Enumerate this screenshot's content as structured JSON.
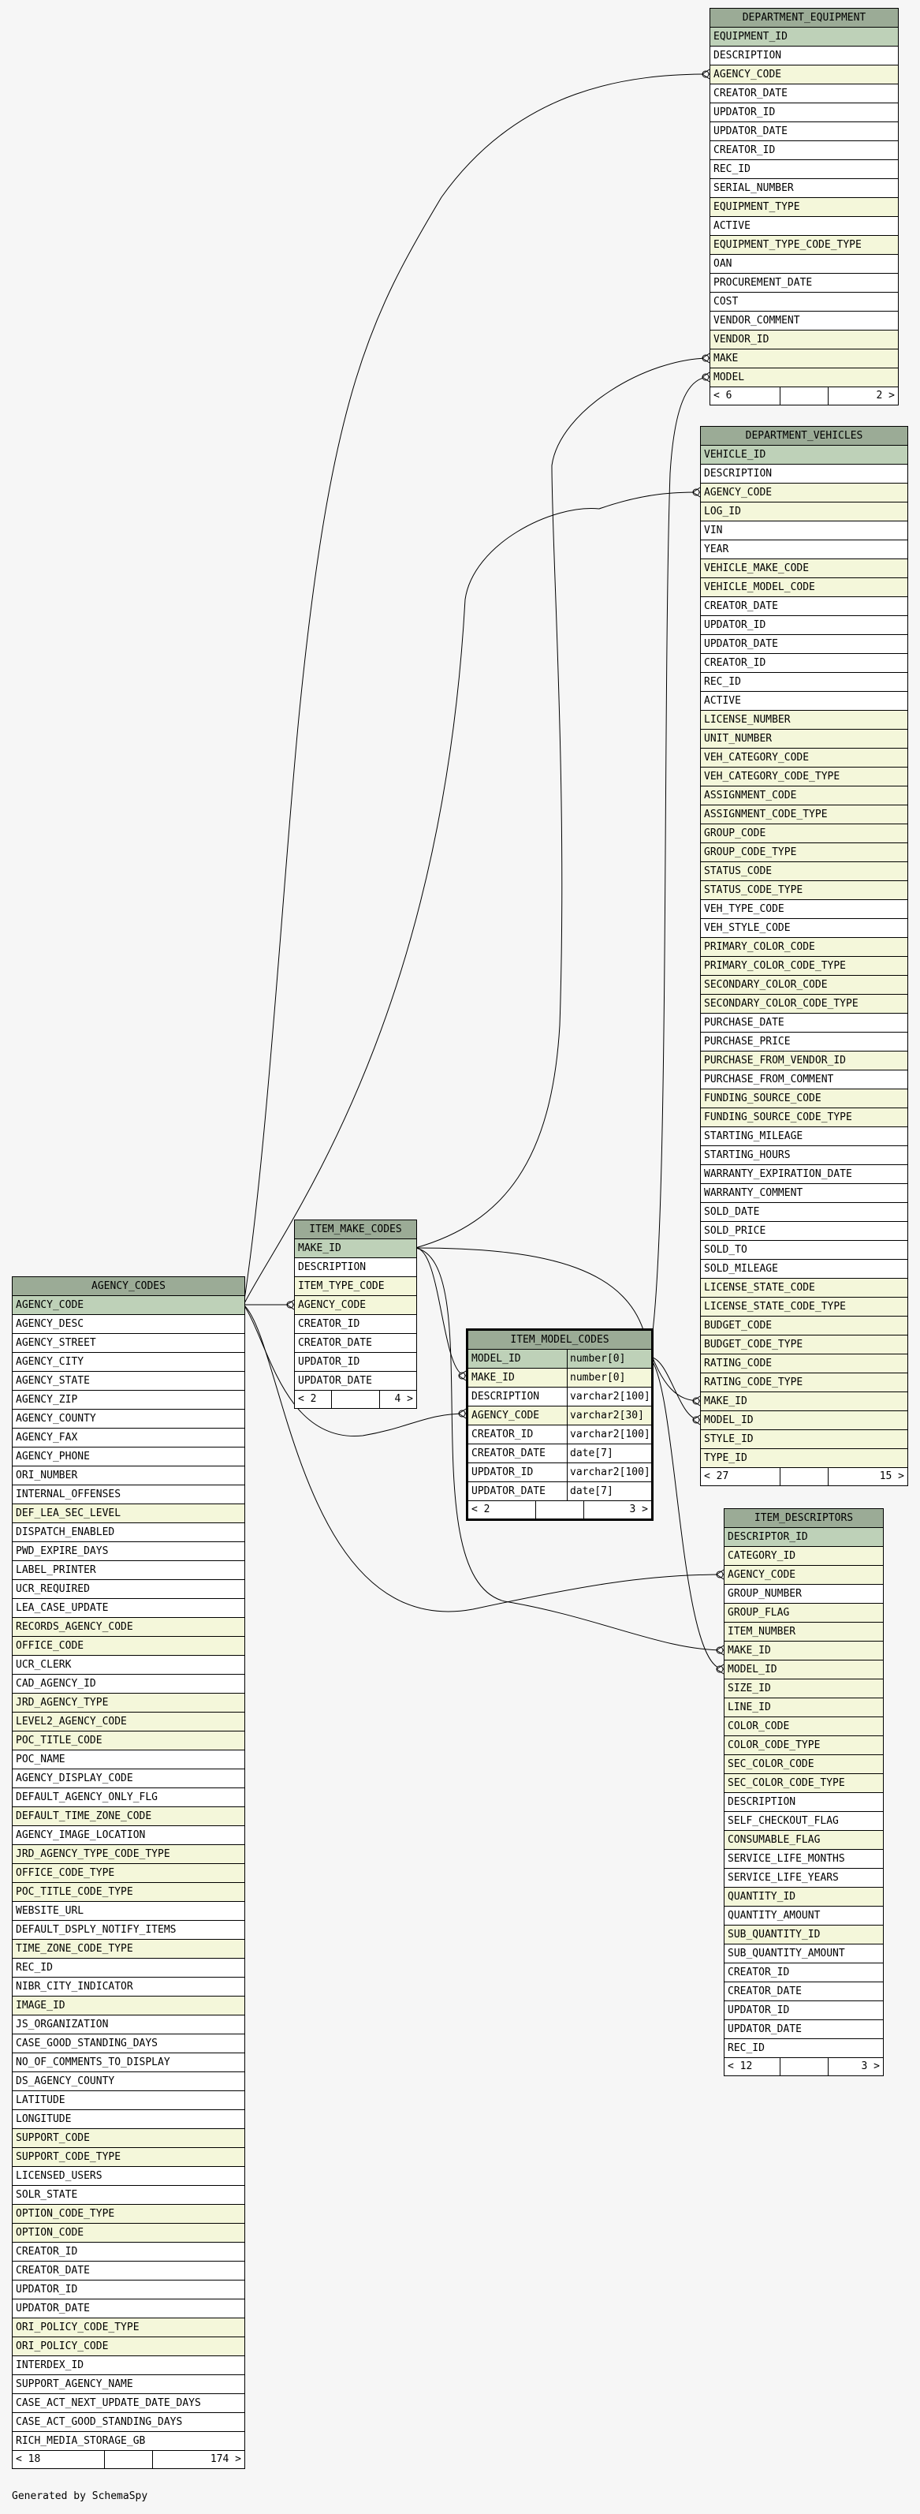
{
  "generated_by": "Generated by SchemaSpy",
  "tables": [
    {
      "name": "DEPARTMENT_EQUIPMENT",
      "columns": [
        {
          "name": "EQUIPMENT_ID",
          "kind": "pk"
        },
        {
          "name": "DESCRIPTION",
          "kind": ""
        },
        {
          "name": "AGENCY_CODE",
          "kind": "fk"
        },
        {
          "name": "CREATOR_DATE",
          "kind": ""
        },
        {
          "name": "UPDATOR_ID",
          "kind": ""
        },
        {
          "name": "UPDATOR_DATE",
          "kind": ""
        },
        {
          "name": "CREATOR_ID",
          "kind": ""
        },
        {
          "name": "REC_ID",
          "kind": ""
        },
        {
          "name": "SERIAL_NUMBER",
          "kind": ""
        },
        {
          "name": "EQUIPMENT_TYPE",
          "kind": "fk"
        },
        {
          "name": "ACTIVE",
          "kind": ""
        },
        {
          "name": "EQUIPMENT_TYPE_CODE_TYPE",
          "kind": "fk"
        },
        {
          "name": "OAN",
          "kind": ""
        },
        {
          "name": "PROCUREMENT_DATE",
          "kind": ""
        },
        {
          "name": "COST",
          "kind": ""
        },
        {
          "name": "VENDOR_COMMENT",
          "kind": ""
        },
        {
          "name": "VENDOR_ID",
          "kind": "fk"
        },
        {
          "name": "MAKE",
          "kind": "fk"
        },
        {
          "name": "MODEL",
          "kind": "fk"
        }
      ],
      "footer_left": "< 6",
      "footer_right": "2 >"
    },
    {
      "name": "DEPARTMENT_VEHICLES",
      "columns": [
        {
          "name": "VEHICLE_ID",
          "kind": "pk"
        },
        {
          "name": "DESCRIPTION",
          "kind": ""
        },
        {
          "name": "AGENCY_CODE",
          "kind": "fk"
        },
        {
          "name": "LOG_ID",
          "kind": "fk"
        },
        {
          "name": "VIN",
          "kind": ""
        },
        {
          "name": "YEAR",
          "kind": ""
        },
        {
          "name": "VEHICLE_MAKE_CODE",
          "kind": "fk"
        },
        {
          "name": "VEHICLE_MODEL_CODE",
          "kind": "fk"
        },
        {
          "name": "CREATOR_DATE",
          "kind": ""
        },
        {
          "name": "UPDATOR_ID",
          "kind": ""
        },
        {
          "name": "UPDATOR_DATE",
          "kind": ""
        },
        {
          "name": "CREATOR_ID",
          "kind": ""
        },
        {
          "name": "REC_ID",
          "kind": ""
        },
        {
          "name": "ACTIVE",
          "kind": ""
        },
        {
          "name": "LICENSE_NUMBER",
          "kind": "fk"
        },
        {
          "name": "UNIT_NUMBER",
          "kind": "fk"
        },
        {
          "name": "VEH_CATEGORY_CODE",
          "kind": "fk"
        },
        {
          "name": "VEH_CATEGORY_CODE_TYPE",
          "kind": "fk"
        },
        {
          "name": "ASSIGNMENT_CODE",
          "kind": "fk"
        },
        {
          "name": "ASSIGNMENT_CODE_TYPE",
          "kind": "fk"
        },
        {
          "name": "GROUP_CODE",
          "kind": "fk"
        },
        {
          "name": "GROUP_CODE_TYPE",
          "kind": "fk"
        },
        {
          "name": "STATUS_CODE",
          "kind": "fk"
        },
        {
          "name": "STATUS_CODE_TYPE",
          "kind": "fk"
        },
        {
          "name": "VEH_TYPE_CODE",
          "kind": ""
        },
        {
          "name": "VEH_STYLE_CODE",
          "kind": ""
        },
        {
          "name": "PRIMARY_COLOR_CODE",
          "kind": "fk"
        },
        {
          "name": "PRIMARY_COLOR_CODE_TYPE",
          "kind": "fk"
        },
        {
          "name": "SECONDARY_COLOR_CODE",
          "kind": "fk"
        },
        {
          "name": "SECONDARY_COLOR_CODE_TYPE",
          "kind": "fk"
        },
        {
          "name": "PURCHASE_DATE",
          "kind": ""
        },
        {
          "name": "PURCHASE_PRICE",
          "kind": ""
        },
        {
          "name": "PURCHASE_FROM_VENDOR_ID",
          "kind": "fk"
        },
        {
          "name": "PURCHASE_FROM_COMMENT",
          "kind": ""
        },
        {
          "name": "FUNDING_SOURCE_CODE",
          "kind": "fk"
        },
        {
          "name": "FUNDING_SOURCE_CODE_TYPE",
          "kind": "fk"
        },
        {
          "name": "STARTING_MILEAGE",
          "kind": ""
        },
        {
          "name": "STARTING_HOURS",
          "kind": ""
        },
        {
          "name": "WARRANTY_EXPIRATION_DATE",
          "kind": ""
        },
        {
          "name": "WARRANTY_COMMENT",
          "kind": ""
        },
        {
          "name": "SOLD_DATE",
          "kind": ""
        },
        {
          "name": "SOLD_PRICE",
          "kind": ""
        },
        {
          "name": "SOLD_TO",
          "kind": ""
        },
        {
          "name": "SOLD_MILEAGE",
          "kind": ""
        },
        {
          "name": "LICENSE_STATE_CODE",
          "kind": "fk"
        },
        {
          "name": "LICENSE_STATE_CODE_TYPE",
          "kind": "fk"
        },
        {
          "name": "BUDGET_CODE",
          "kind": "fk"
        },
        {
          "name": "BUDGET_CODE_TYPE",
          "kind": "fk"
        },
        {
          "name": "RATING_CODE",
          "kind": "fk"
        },
        {
          "name": "RATING_CODE_TYPE",
          "kind": "fk"
        },
        {
          "name": "MAKE_ID",
          "kind": "fk"
        },
        {
          "name": "MODEL_ID",
          "kind": "fk"
        },
        {
          "name": "STYLE_ID",
          "kind": "fk"
        },
        {
          "name": "TYPE_ID",
          "kind": "fk"
        }
      ],
      "footer_left": "< 27",
      "footer_right": "15 >"
    },
    {
      "name": "ITEM_MAKE_CODES",
      "columns": [
        {
          "name": "MAKE_ID",
          "kind": "pk"
        },
        {
          "name": "DESCRIPTION",
          "kind": ""
        },
        {
          "name": "ITEM_TYPE_CODE",
          "kind": "fk"
        },
        {
          "name": "AGENCY_CODE",
          "kind": "fk"
        },
        {
          "name": "CREATOR_ID",
          "kind": ""
        },
        {
          "name": "CREATOR_DATE",
          "kind": ""
        },
        {
          "name": "UPDATOR_ID",
          "kind": ""
        },
        {
          "name": "UPDATOR_DATE",
          "kind": ""
        }
      ],
      "footer_left": "< 2",
      "footer_right": "4 >"
    },
    {
      "name": "ITEM_MODEL_CODES",
      "columns": [
        {
          "name": "MODEL_ID",
          "type": "number[0]",
          "kind": "pk"
        },
        {
          "name": "MAKE_ID",
          "type": "number[0]",
          "kind": "fk"
        },
        {
          "name": "DESCRIPTION",
          "type": "varchar2[100]",
          "kind": ""
        },
        {
          "name": "AGENCY_CODE",
          "type": "varchar2[30]",
          "kind": "fk"
        },
        {
          "name": "CREATOR_ID",
          "type": "varchar2[100]",
          "kind": ""
        },
        {
          "name": "CREATOR_DATE",
          "type": "date[7]",
          "kind": ""
        },
        {
          "name": "UPDATOR_ID",
          "type": "varchar2[100]",
          "kind": ""
        },
        {
          "name": "UPDATOR_DATE",
          "type": "date[7]",
          "kind": ""
        }
      ],
      "footer_left": "< 2",
      "footer_right": "3 >"
    },
    {
      "name": "ITEM_DESCRIPTORS",
      "columns": [
        {
          "name": "DESCRIPTOR_ID",
          "kind": "pk"
        },
        {
          "name": "CATEGORY_ID",
          "kind": "fk"
        },
        {
          "name": "AGENCY_CODE",
          "kind": "fk"
        },
        {
          "name": "GROUP_NUMBER",
          "kind": ""
        },
        {
          "name": "GROUP_FLAG",
          "kind": "fk"
        },
        {
          "name": "ITEM_NUMBER",
          "kind": "fk"
        },
        {
          "name": "MAKE_ID",
          "kind": "fk"
        },
        {
          "name": "MODEL_ID",
          "kind": "fk"
        },
        {
          "name": "SIZE_ID",
          "kind": "fk"
        },
        {
          "name": "LINE_ID",
          "kind": "fk"
        },
        {
          "name": "COLOR_CODE",
          "kind": "fk"
        },
        {
          "name": "COLOR_CODE_TYPE",
          "kind": "fk"
        },
        {
          "name": "SEC_COLOR_CODE",
          "kind": "fk"
        },
        {
          "name": "SEC_COLOR_CODE_TYPE",
          "kind": "fk"
        },
        {
          "name": "DESCRIPTION",
          "kind": ""
        },
        {
          "name": "SELF_CHECKOUT_FLAG",
          "kind": ""
        },
        {
          "name": "CONSUMABLE_FLAG",
          "kind": "fk"
        },
        {
          "name": "SERVICE_LIFE_MONTHS",
          "kind": ""
        },
        {
          "name": "SERVICE_LIFE_YEARS",
          "kind": ""
        },
        {
          "name": "QUANTITY_ID",
          "kind": "fk"
        },
        {
          "name": "QUANTITY_AMOUNT",
          "kind": ""
        },
        {
          "name": "SUB_QUANTITY_ID",
          "kind": "fk"
        },
        {
          "name": "SUB_QUANTITY_AMOUNT",
          "kind": ""
        },
        {
          "name": "CREATOR_ID",
          "kind": ""
        },
        {
          "name": "CREATOR_DATE",
          "kind": ""
        },
        {
          "name": "UPDATOR_ID",
          "kind": ""
        },
        {
          "name": "UPDATOR_DATE",
          "kind": ""
        },
        {
          "name": "REC_ID",
          "kind": ""
        }
      ],
      "footer_left": "< 12",
      "footer_right": "3 >"
    },
    {
      "name": "AGENCY_CODES",
      "columns": [
        {
          "name": "AGENCY_CODE",
          "kind": "pk"
        },
        {
          "name": "AGENCY_DESC",
          "kind": ""
        },
        {
          "name": "AGENCY_STREET",
          "kind": ""
        },
        {
          "name": "AGENCY_CITY",
          "kind": ""
        },
        {
          "name": "AGENCY_STATE",
          "kind": ""
        },
        {
          "name": "AGENCY_ZIP",
          "kind": ""
        },
        {
          "name": "AGENCY_COUNTY",
          "kind": ""
        },
        {
          "name": "AGENCY_FAX",
          "kind": ""
        },
        {
          "name": "AGENCY_PHONE",
          "kind": ""
        },
        {
          "name": "ORI_NUMBER",
          "kind": ""
        },
        {
          "name": "INTERNAL_OFFENSES",
          "kind": ""
        },
        {
          "name": "DEF_LEA_SEC_LEVEL",
          "kind": "fk"
        },
        {
          "name": "DISPATCH_ENABLED",
          "kind": ""
        },
        {
          "name": "PWD_EXPIRE_DAYS",
          "kind": ""
        },
        {
          "name": "LABEL_PRINTER",
          "kind": ""
        },
        {
          "name": "UCR_REQUIRED",
          "kind": ""
        },
        {
          "name": "LEA_CASE_UPDATE",
          "kind": ""
        },
        {
          "name": "RECORDS_AGENCY_CODE",
          "kind": "fk"
        },
        {
          "name": "OFFICE_CODE",
          "kind": "fk"
        },
        {
          "name": "UCR_CLERK",
          "kind": ""
        },
        {
          "name": "CAD_AGENCY_ID",
          "kind": ""
        },
        {
          "name": "JRD_AGENCY_TYPE",
          "kind": "fk"
        },
        {
          "name": "LEVEL2_AGENCY_CODE",
          "kind": "fk"
        },
        {
          "name": "POC_TITLE_CODE",
          "kind": "fk"
        },
        {
          "name": "POC_NAME",
          "kind": ""
        },
        {
          "name": "AGENCY_DISPLAY_CODE",
          "kind": ""
        },
        {
          "name": "DEFAULT_AGENCY_ONLY_FLG",
          "kind": ""
        },
        {
          "name": "DEFAULT_TIME_ZONE_CODE",
          "kind": "fk"
        },
        {
          "name": "AGENCY_IMAGE_LOCATION",
          "kind": ""
        },
        {
          "name": "JRD_AGENCY_TYPE_CODE_TYPE",
          "kind": "fk"
        },
        {
          "name": "OFFICE_CODE_TYPE",
          "kind": "fk"
        },
        {
          "name": "POC_TITLE_CODE_TYPE",
          "kind": "fk"
        },
        {
          "name": "WEBSITE_URL",
          "kind": ""
        },
        {
          "name": "DEFAULT_DSPLY_NOTIFY_ITEMS",
          "kind": ""
        },
        {
          "name": "TIME_ZONE_CODE_TYPE",
          "kind": "fk"
        },
        {
          "name": "REC_ID",
          "kind": ""
        },
        {
          "name": "NIBR_CITY_INDICATOR",
          "kind": ""
        },
        {
          "name": "IMAGE_ID",
          "kind": "fk"
        },
        {
          "name": "JS_ORGANIZATION",
          "kind": ""
        },
        {
          "name": "CASE_GOOD_STANDING_DAYS",
          "kind": ""
        },
        {
          "name": "NO_OF_COMMENTS_TO_DISPLAY",
          "kind": ""
        },
        {
          "name": "DS_AGENCY_COUNTY",
          "kind": ""
        },
        {
          "name": "LATITUDE",
          "kind": ""
        },
        {
          "name": "LONGITUDE",
          "kind": ""
        },
        {
          "name": "SUPPORT_CODE",
          "kind": "fk"
        },
        {
          "name": "SUPPORT_CODE_TYPE",
          "kind": "fk"
        },
        {
          "name": "LICENSED_USERS",
          "kind": ""
        },
        {
          "name": "SOLR_STATE",
          "kind": ""
        },
        {
          "name": "OPTION_CODE_TYPE",
          "kind": "fk"
        },
        {
          "name": "OPTION_CODE",
          "kind": "fk"
        },
        {
          "name": "CREATOR_ID",
          "kind": ""
        },
        {
          "name": "CREATOR_DATE",
          "kind": ""
        },
        {
          "name": "UPDATOR_ID",
          "kind": ""
        },
        {
          "name": "UPDATOR_DATE",
          "kind": ""
        },
        {
          "name": "ORI_POLICY_CODE_TYPE",
          "kind": "fk"
        },
        {
          "name": "ORI_POLICY_CODE",
          "kind": "fk"
        },
        {
          "name": "INTERDEX_ID",
          "kind": ""
        },
        {
          "name": "SUPPORT_AGENCY_NAME",
          "kind": ""
        },
        {
          "name": "CASE_ACT_NEXT_UPDATE_DATE_DAYS",
          "kind": ""
        },
        {
          "name": "CASE_ACT_GOOD_STANDING_DAYS",
          "kind": ""
        },
        {
          "name": "RICH_MEDIA_STORAGE_GB",
          "kind": ""
        }
      ],
      "footer_left": "< 18",
      "footer_right": "174 >"
    }
  ],
  "colors": {
    "header": "#9bab96",
    "pk": "#bed1b8",
    "fk": "#f4f7da",
    "background": "#f6f6f6"
  }
}
